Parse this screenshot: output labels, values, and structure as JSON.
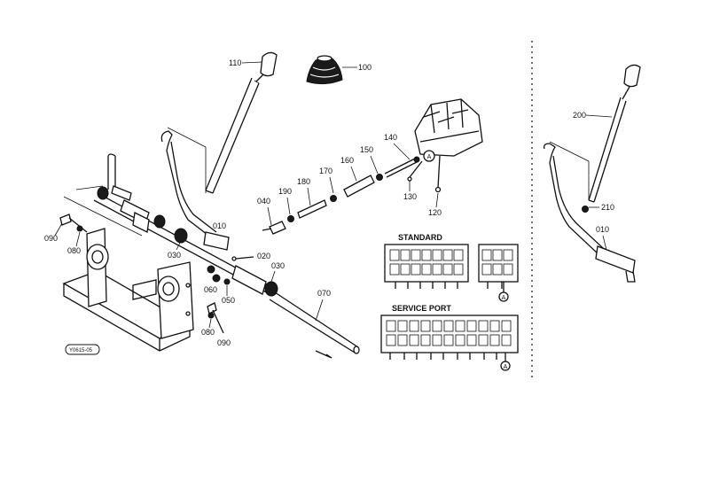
{
  "parts": {
    "p110": "110",
    "p100": "100",
    "p140": "140",
    "p150": "150",
    "p160": "160",
    "p170": "170",
    "p180": "180",
    "p190": "190",
    "p040": "040",
    "p130": "130",
    "p120": "120",
    "p010_left": "010",
    "p020": "020",
    "p030_top": "030",
    "p030_right": "030",
    "p060": "060",
    "p050": "050",
    "p070": "070",
    "p080_top": "080",
    "p080_bottom": "080",
    "p090_top": "090",
    "p090_bottom": "090",
    "p200": "200",
    "p210": "210",
    "p010_right": "010"
  },
  "sections": {
    "standard": "STANDARD",
    "service_port": "SERVICE PORT"
  },
  "markers": {
    "circle_a": "A"
  },
  "figure_code": "Y0615-05"
}
